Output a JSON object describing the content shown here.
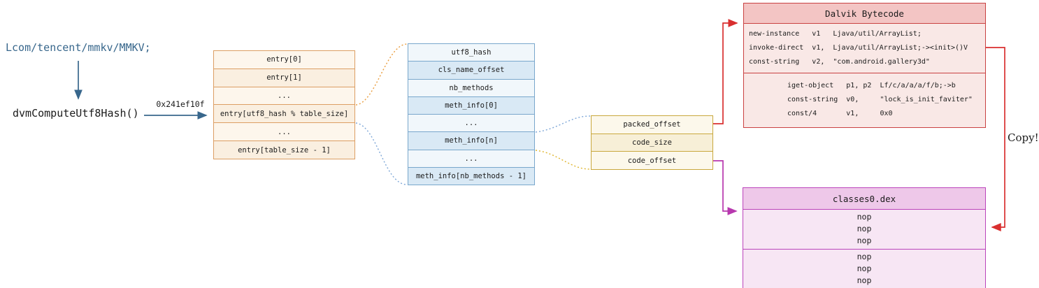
{
  "left": {
    "class_name": "Lcom/tencent/mmkv/MMKV;",
    "hash_function": "dvmComputeUtf8Hash()",
    "hash_value": "0x241ef10f"
  },
  "hash_table": {
    "rows": [
      "entry[0]",
      "entry[1]",
      "...",
      "entry[utf8_hash % table_size]",
      "...",
      "entry[table_size - 1]"
    ]
  },
  "class_struct": {
    "rows": [
      "utf8_hash",
      "cls_name_offset",
      "nb_methods",
      "meth_info[0]",
      "...",
      "meth_info[n]",
      "...",
      "meth_info[nb_methods - 1]"
    ]
  },
  "method_struct": {
    "rows": [
      "packed_offset",
      "code_size",
      "code_offset"
    ]
  },
  "dalvik": {
    "title": "Dalvik Bytecode",
    "code1": [
      "new-instance   v1   Ljava/util/ArrayList;",
      "invoke-direct  v1,  Ljava/util/ArrayList;-><init>()V",
      "const-string   v2,  \"com.android.gallery3d\""
    ],
    "code2": [
      "iget-object   p1, p2  Lf/c/a/a/a/f/b;->b",
      "const-string  v0,     \"lock_is_init_faviter\"",
      "const/4       v1,     0x0"
    ]
  },
  "dex": {
    "title": "classes0.dex",
    "nops1": [
      "nop",
      "nop",
      "nop"
    ],
    "nops2": [
      "nop",
      "nop",
      "nop"
    ]
  },
  "copy_label": "Copy!",
  "colors": {
    "blue_accent": "#38678C",
    "orange_table_border": "#DC9E63",
    "blue_table_border": "#79A7CC",
    "gold_table_border": "#C9A83D",
    "red_box_border": "#C94141",
    "red_box_header": "#F3C5C4",
    "red_box_body": "#F9E8E6",
    "magenta_box_border": "#BB44BB",
    "magenta_box_header": "#EEC8E9",
    "magenta_box_body": "#F7E6F4",
    "red_arrow": "#D92F2F",
    "magenta_arrow": "#B737AE"
  }
}
